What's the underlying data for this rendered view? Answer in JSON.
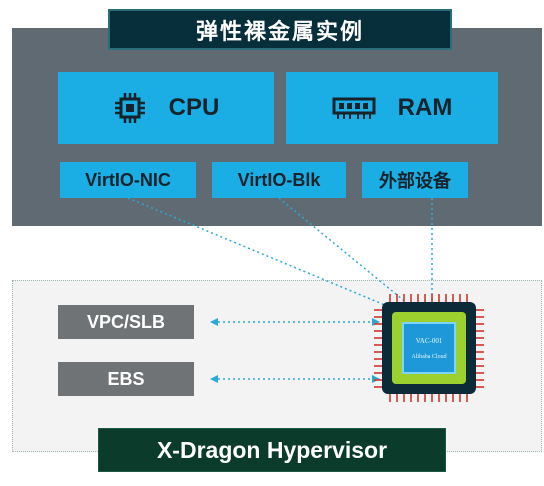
{
  "instance": {
    "title": "弹性裸金属实例",
    "cpu_label": "CPU",
    "ram_label": "RAM",
    "nic_label": "VirtIO-NIC",
    "blk_label": "VirtIO-Blk",
    "external_label": "外部设备"
  },
  "hypervisor": {
    "vpc_label": "VPC/SLB",
    "ebs_label": "EBS",
    "name": "X-Dragon Hypervisor"
  },
  "chip": {
    "code": "VAC-001",
    "brand": "Alibaba Cloud"
  },
  "colors": {
    "panel_dark": "#606a72",
    "accent_cyan": "#1aaee5",
    "title_navy": "#062e3b",
    "hypervisor_green": "#0b3b2b",
    "chip_lime": "#9bd02f",
    "connector": "#2aa9d6"
  },
  "icons": [
    "cpu-icon",
    "ram-icon"
  ]
}
